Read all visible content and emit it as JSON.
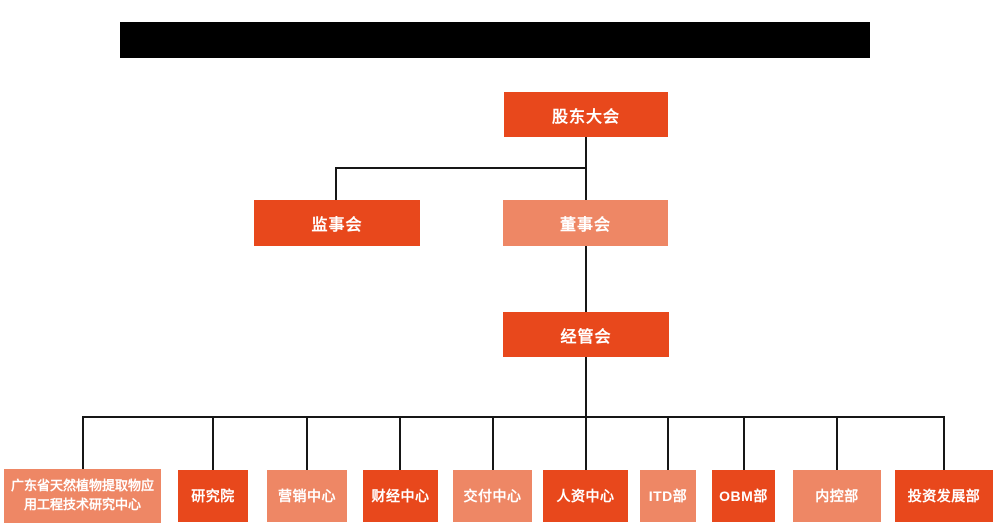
{
  "page": {
    "background_color": "#ffffff",
    "line_color": "#161616",
    "primary_color": "#E8481C",
    "secondary_color": "#EE8765",
    "node_text_color": "#ffffff",
    "title_bar_color": "#000000"
  },
  "org": {
    "level1": {
      "label": "股东大会"
    },
    "level2": [
      {
        "label": "监事会"
      },
      {
        "label": "董事会"
      }
    ],
    "level3": {
      "label": "经管会"
    },
    "departments": [
      {
        "label": "广东省天然植物提取物应用工程技术研究中心"
      },
      {
        "label": "研究院"
      },
      {
        "label": "营销中心"
      },
      {
        "label": "财经中心"
      },
      {
        "label": "交付中心"
      },
      {
        "label": "人资中心"
      },
      {
        "label": "ITD部"
      },
      {
        "label": "OBM部"
      },
      {
        "label": "内控部"
      },
      {
        "label": "投资发展部"
      }
    ]
  }
}
